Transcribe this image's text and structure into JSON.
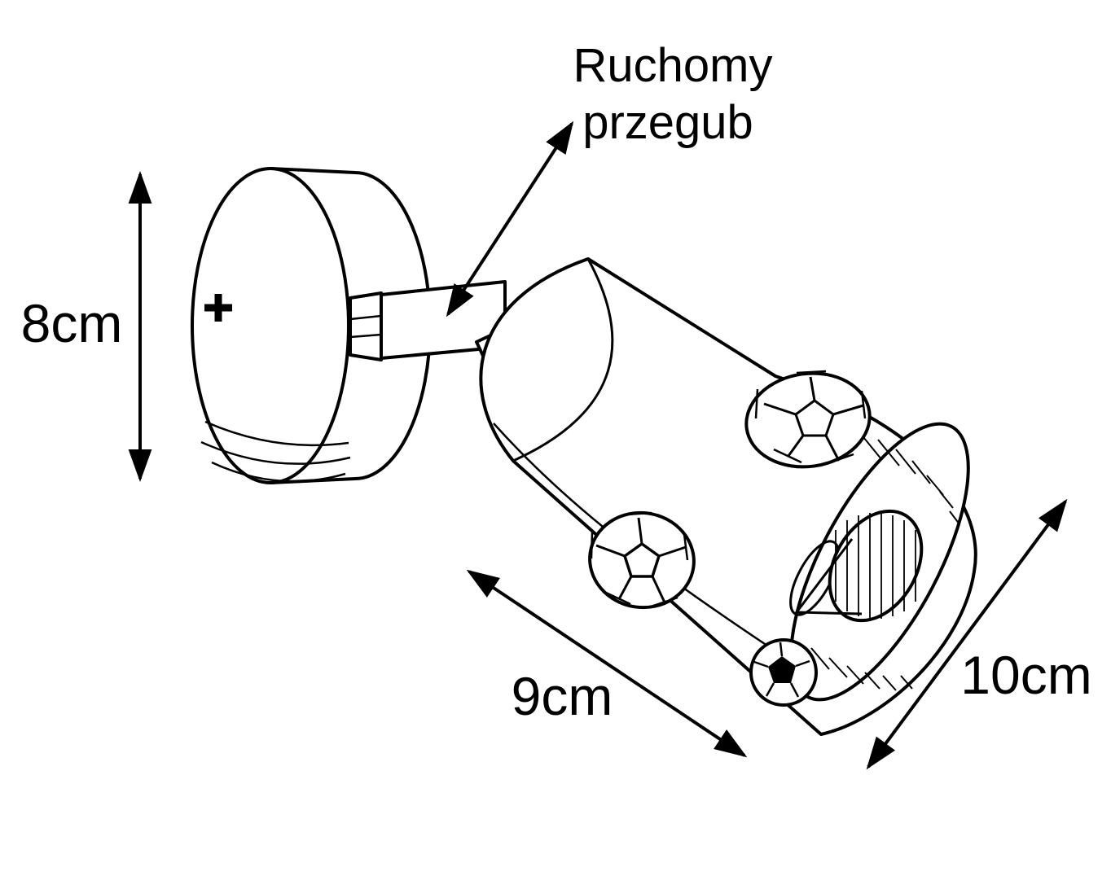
{
  "diagram": {
    "background_color": "#ffffff",
    "line_color": "#000000",
    "callout": {
      "line1": "Ruchomy",
      "line2": "przegub"
    },
    "dimensions": {
      "height": "8cm",
      "width": "9cm",
      "depth": "10cm"
    }
  }
}
